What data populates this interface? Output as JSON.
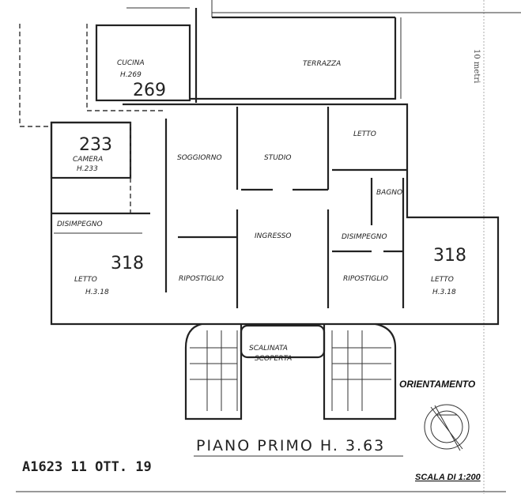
{
  "plan": {
    "title": "PIANO PRIMO H. 3.63",
    "stamp": "A1623 11 OTT. 19",
    "orientation_label": "ORIENTAMENTO",
    "scale_label": "SCALA DI 1:200",
    "scale_bar_label": "10 metri",
    "rooms": {
      "cucina": {
        "name": "CUCINA",
        "height": "H.269",
        "number": "269"
      },
      "terrazza": {
        "name": "TERRAZZA"
      },
      "camera": {
        "name": "CAMERA",
        "height": "H.233",
        "number": "233"
      },
      "soggiorno": {
        "name": "SOGGIORNO"
      },
      "studio": {
        "name": "STUDIO"
      },
      "letto_top": {
        "name": "LETTO"
      },
      "bagno": {
        "name": "BAGNO"
      },
      "disimpegno_left": {
        "name": "DISIMPEGNO"
      },
      "ingresso": {
        "name": "INGRESSO"
      },
      "disimpegno_right": {
        "name": "DISIMPEGNO"
      },
      "letto_left": {
        "name": "LETTO",
        "height": "H.3.18",
        "number": "318"
      },
      "ripostiglio_left": {
        "name": "RIPOSTIGLIO"
      },
      "ripostiglio_right": {
        "name": "RIPOSTIGLIO"
      },
      "letto_right": {
        "name": "LETTO",
        "height": "H.3.18",
        "number": "318"
      },
      "scalinata": {
        "name": "SCALINATA",
        "sub": "SCOPERTA"
      }
    }
  }
}
